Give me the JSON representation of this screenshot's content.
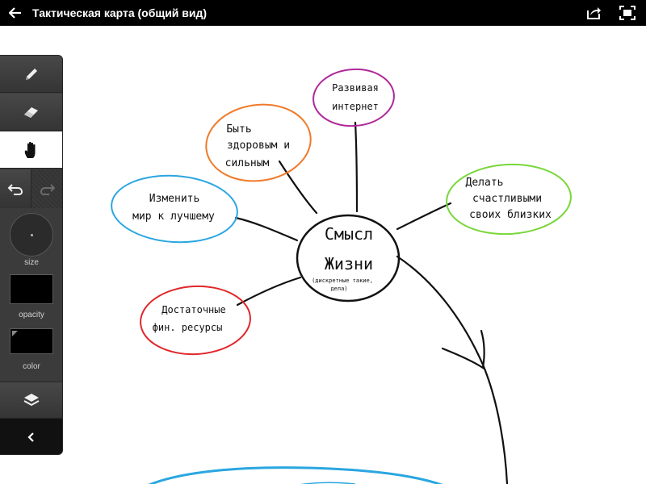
{
  "app": {
    "title": "Тактическая карта (общий вид)"
  },
  "icons": {
    "back": "arrow-left-icon",
    "share": "share-icon",
    "fullscreen": "fullscreen-icon",
    "pencil": "pencil-icon",
    "eraser": "eraser-icon",
    "hand": "hand-icon",
    "undo": "undo-icon",
    "redo": "redo-icon",
    "layers": "layers-icon",
    "collapse": "chevron-left-icon"
  },
  "tools": {
    "active_tool": "hand",
    "size_label": "size",
    "opacity_label": "opacity",
    "color_label": "color",
    "current_color": "#000000"
  },
  "mindmap": {
    "center": {
      "line1": "Смысл",
      "line2": "Жизни",
      "note1": "(дискретные такие,",
      "note2": "дела)"
    },
    "nodes": {
      "internet": {
        "lines": [
          "Развивая",
          "интернет"
        ],
        "color": "#b0289a"
      },
      "health": {
        "lines": [
          "Быть",
          "здоровым и",
          "сильным"
        ],
        "color": "#f07a2a"
      },
      "world": {
        "lines": [
          "Изменить",
          "мир к лучшему"
        ],
        "color": "#2aa6e0"
      },
      "happy": {
        "lines": [
          "Делать",
          "счастливыми",
          "своих близких"
        ],
        "color": "#7ad63a"
      },
      "resources": {
        "lines": [
          "Достаточные",
          "фин. ресурсы"
        ],
        "color": "#e0272a"
      }
    }
  }
}
